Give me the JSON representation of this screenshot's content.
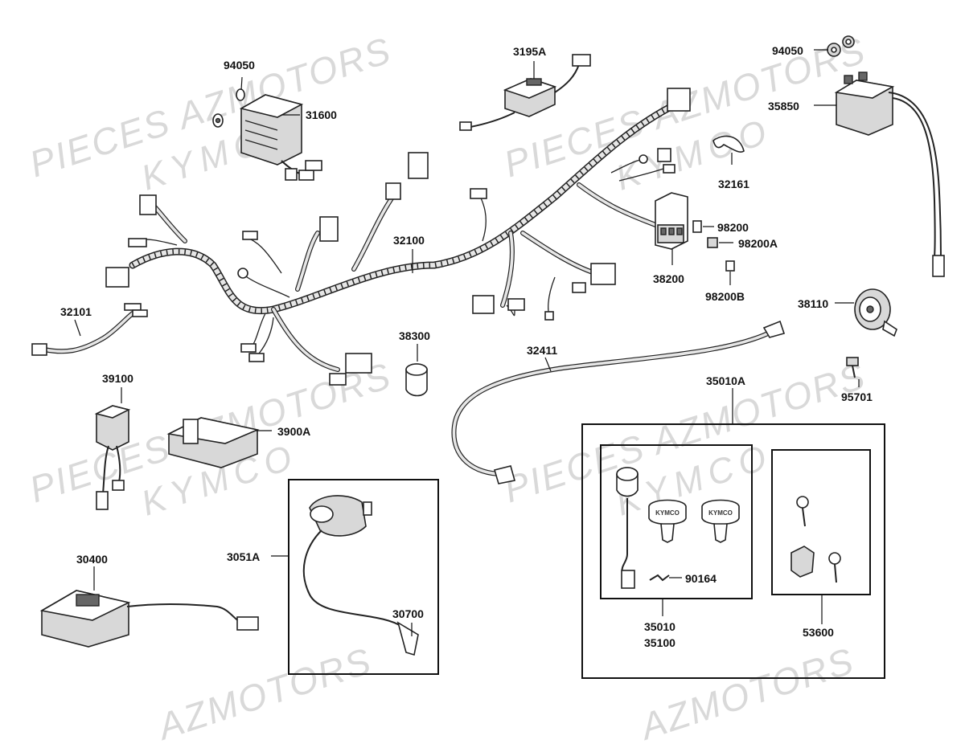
{
  "watermarks": {
    "pieces": "PIECES AZMOTORS",
    "kymco": "KYMCO",
    "azmotors": "AZMOTORS"
  },
  "parts": [
    {
      "key": "p94050a",
      "label": "94050"
    },
    {
      "key": "p31600",
      "label": "31600"
    },
    {
      "key": "p3195A",
      "label": "3195A"
    },
    {
      "key": "p94050b",
      "label": "94050"
    },
    {
      "key": "p35850",
      "label": "35850"
    },
    {
      "key": "p32161",
      "label": "32161"
    },
    {
      "key": "p98200",
      "label": "98200"
    },
    {
      "key": "p98200A",
      "label": "98200A"
    },
    {
      "key": "p38200",
      "label": "38200"
    },
    {
      "key": "p98200B",
      "label": "98200B"
    },
    {
      "key": "p32100",
      "label": "32100"
    },
    {
      "key": "p32101",
      "label": "32101"
    },
    {
      "key": "p38110",
      "label": "38110"
    },
    {
      "key": "p38300",
      "label": "38300"
    },
    {
      "key": "p32411",
      "label": "32411"
    },
    {
      "key": "p95701",
      "label": "95701"
    },
    {
      "key": "p39100",
      "label": "39100"
    },
    {
      "key": "p35010A",
      "label": "35010A"
    },
    {
      "key": "p3900A",
      "label": "3900A"
    },
    {
      "key": "p3051A",
      "label": "3051A"
    },
    {
      "key": "p30400",
      "label": "30400"
    },
    {
      "key": "p30700",
      "label": "30700"
    },
    {
      "key": "p90164",
      "label": "90164"
    },
    {
      "key": "p35010",
      "label": "35010",
      "label2": "35100"
    },
    {
      "key": "p53600",
      "label": "53600"
    }
  ],
  "key_brand": "KYMCO"
}
